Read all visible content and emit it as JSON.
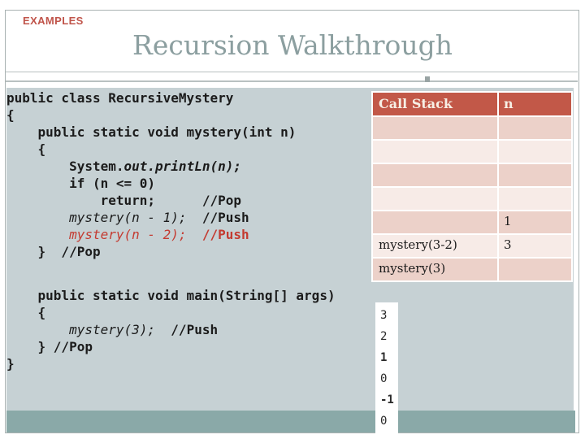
{
  "slide": {
    "kicker": "EXAMPLES",
    "title": "Recursion Walkthrough"
  },
  "code": {
    "block1": [
      [
        {
          "text": "public class RecursiveMystery"
        }
      ],
      [
        {
          "text": "{"
        }
      ],
      [
        {
          "text": "    public static void mystery(int n)"
        }
      ],
      [
        {
          "text": "    {"
        }
      ],
      [
        {
          "text": "        System."
        },
        {
          "text": "out.printLn(n);",
          "style": "itb"
        }
      ],
      [
        {
          "text": "        if (n <= 0)"
        }
      ],
      [
        {
          "text": "            return;      //Pop"
        }
      ],
      [
        {
          "text": "        "
        },
        {
          "text": "mystery(n - 1);",
          "style": "it"
        },
        {
          "text": "  //Push"
        }
      ],
      [
        {
          "text": "        "
        },
        {
          "text": "mystery(n - 2);",
          "style": "it red"
        },
        {
          "text": "  ",
          "style": "red"
        },
        {
          "text": "//Push",
          "style": "red b"
        }
      ],
      [
        {
          "text": "    }  //Pop"
        }
      ]
    ],
    "block2": [
      [
        {
          "text": "    public static void main(String[] args)"
        }
      ],
      [
        {
          "text": "    {"
        }
      ],
      [
        {
          "text": "        "
        },
        {
          "text": "mystery(3);",
          "style": "it"
        },
        {
          "text": "  //Push"
        }
      ],
      [
        {
          "text": "    } //Pop"
        }
      ],
      [
        {
          "text": "}"
        }
      ]
    ]
  },
  "call_stack_table": {
    "headers": [
      "Call Stack",
      "n"
    ],
    "rows": [
      {
        "call": "",
        "n": ""
      },
      {
        "call": "",
        "n": ""
      },
      {
        "call": "",
        "n": ""
      },
      {
        "call": "",
        "n": ""
      },
      {
        "call": "",
        "n": "1"
      },
      {
        "call": "mystery(3-2)",
        "n": "3"
      },
      {
        "call": "mystery(3)",
        "n": ""
      }
    ]
  },
  "console_output": {
    "values": [
      "3",
      "2",
      "1",
      "0",
      "-1",
      "0"
    ]
  },
  "colors": {
    "kicker-red": "#c0544a",
    "title-gray": "#8c9fa0",
    "border-gray": "#a9b2b2",
    "line-gray": "#b9c1c1",
    "ornament-gray": "#99a4a4",
    "panel-gray": "#c6d1d4",
    "teal": "#8aa9a8",
    "code-ink": "#1b1b1b",
    "code-red": "#c43b31",
    "header-red": "#c25848",
    "header-ink": "#f7efe5",
    "row-dark": "#ecd1c9",
    "row-light": "#f7ebe7"
  }
}
